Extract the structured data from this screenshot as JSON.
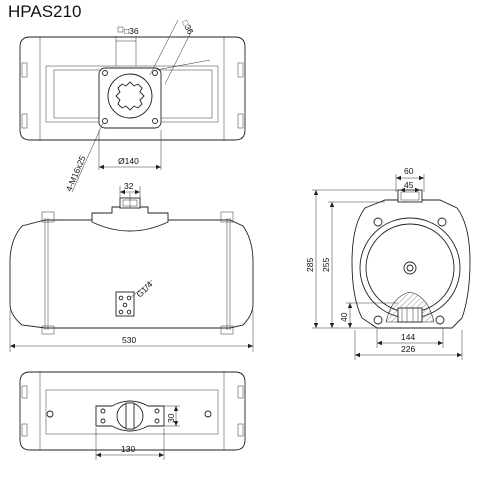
{
  "title": "HPAS210",
  "top_view": {
    "square_flat_1": "□36",
    "square_flat_2": "□36",
    "thread_note": "4-M16x25",
    "pcd": "Ø140"
  },
  "front_view": {
    "shaft_width": "32",
    "port": "G1/4",
    "overall_length": "530"
  },
  "side_view": {
    "top_width": "60",
    "top_inner": "45",
    "height_total": "285",
    "height_body": "255",
    "base_height": "40",
    "base_width": "144",
    "body_width": "226"
  },
  "bottom_view": {
    "flange_height": "30",
    "flange_width": "130"
  }
}
